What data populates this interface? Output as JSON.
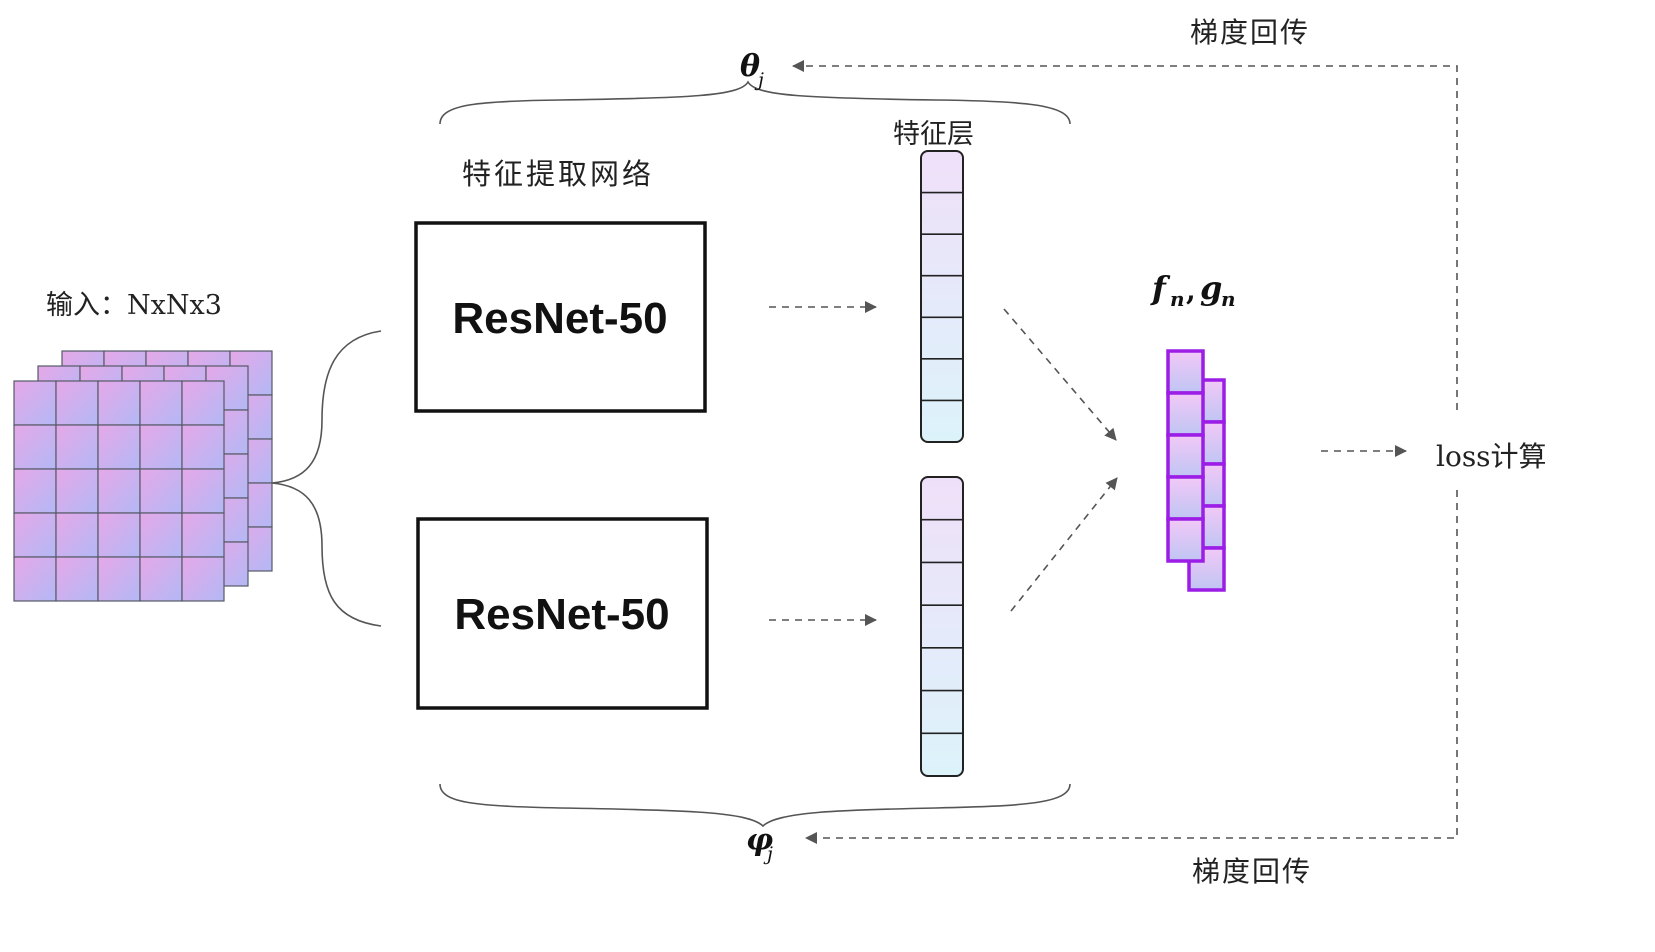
{
  "input_label": "输入：NxNx3",
  "backbone_caption": "特征提取网络",
  "feature_layer_caption": "特征层",
  "networks": [
    {
      "label": "ResNet-50"
    },
    {
      "label": "ResNet-50"
    }
  ],
  "param_top": {
    "symbol": "θ",
    "subscript": "j"
  },
  "param_bottom": {
    "symbol": "φ",
    "subscript": "j"
  },
  "output_label": {
    "f": "f",
    "f_sub": "n",
    "sep": ",",
    "g": "g",
    "g_sub": "n"
  },
  "loss_label": "loss计算",
  "gradient_top": "梯度回传",
  "gradient_bottom": "梯度回传",
  "colors": {
    "stroke": "#222222",
    "arrow": "#555555",
    "grid_pink": "#e4a6e6",
    "grid_blue": "#b4b6f4",
    "feature_top": "#ece0f8",
    "feature_bottom": "#dcf2fa",
    "output_stroke": "#9b1de6",
    "output_fill_top": "#efc9f7",
    "output_fill_bottom": "#bdc6f2"
  }
}
